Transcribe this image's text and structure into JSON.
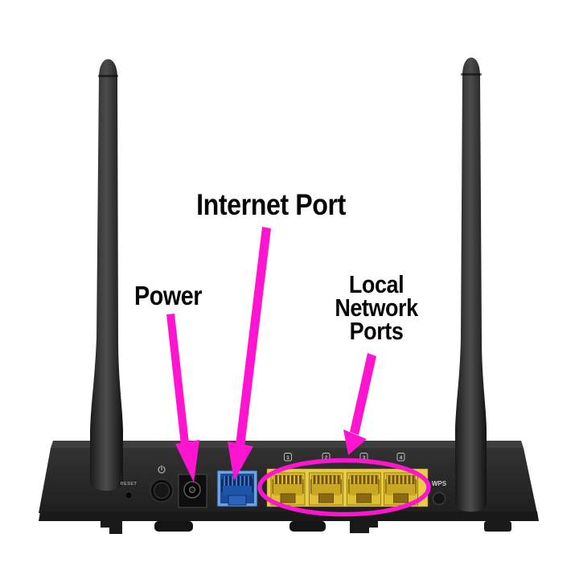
{
  "annotations": {
    "power": {
      "label": "Power"
    },
    "internet": {
      "label": "Internet Port"
    },
    "local_network": {
      "lines": [
        "Local",
        "Network",
        "Ports"
      ]
    },
    "color": "#ff14cf",
    "text_color": "#060606"
  },
  "router": {
    "reset_label": "RESET",
    "wps_label": "WPS",
    "lan_port_numbers": [
      "1",
      "2",
      "3",
      "4"
    ],
    "colors": {
      "body": "#272727",
      "internet_port": "#1c4b9a",
      "internet_port_bezel": "#6fa3de",
      "lan_ports": "#e8cd44",
      "background": "#ffffff"
    }
  }
}
